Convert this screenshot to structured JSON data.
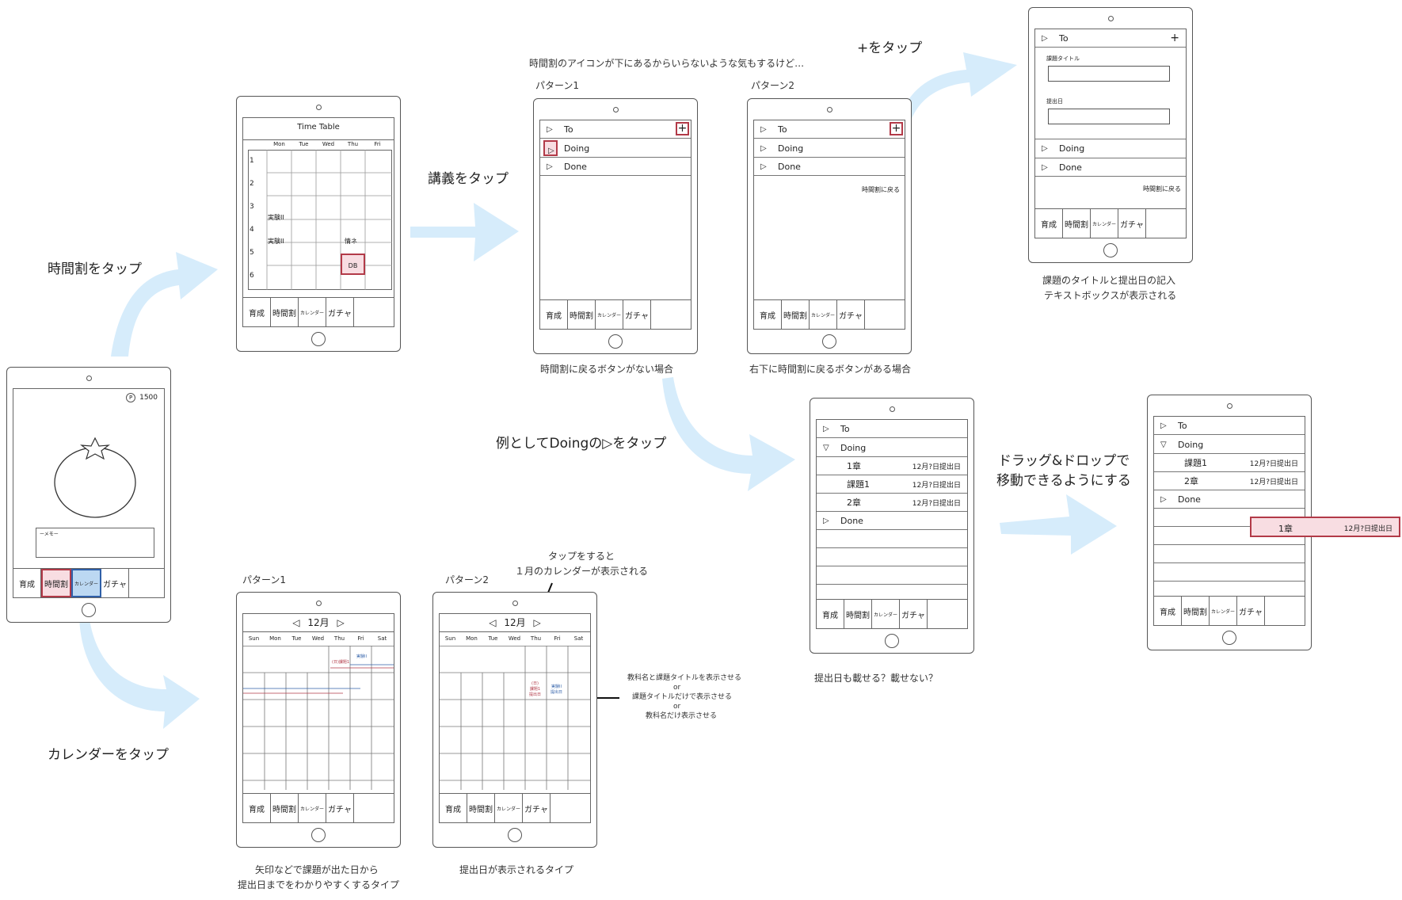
{
  "annotations": {
    "tap_timetable": "時間割をタップ",
    "tap_calendar": "カレンダーをタップ",
    "tap_lecture": "講義をタップ",
    "tap_plus": "+をタップ",
    "tap_doing": "例としてDoingの▷をタップ",
    "drag_drop_line1": "ドラッグ&ドロップで",
    "drag_drop_line2": "移動できるようにする",
    "icon_note": "時間割のアイコンが下にあるからいらないような気もするけど…",
    "pattern1": "パターン1",
    "pattern2": "パターン2",
    "no_back_button": "時間割に戻るボタンがない場合",
    "has_back_button": "右下に時間割に戻るボタンがある場合",
    "textbox_note_line1": "課題のタイトルと提出日の記入",
    "textbox_note_line2": "テキストボックスが表示される",
    "due_question": "提出日も載せる？載せない？",
    "cal_pattern1": "パターン1",
    "cal_pattern2": "パターン2",
    "tap_month_line1": "タップをすると",
    "tap_month_line2": "１月のカレンダーが表示される",
    "arrow_type_line1": "矢印などで課題が出た日から",
    "arrow_type_line2": "提出日までをわかりやすくするタイプ",
    "due_type": "提出日が表示されるタイプ",
    "display_option1": "教科名と課題タイトルを表示させる",
    "or1": "or",
    "display_option2": "課題タイトルだけで表示させる",
    "or2": "or",
    "display_option3": "教科名だけ表示させる"
  },
  "tabs": {
    "grow": "育成",
    "timetable": "時間割",
    "calendar": "カレンダー",
    "gacha": "ガチャ"
  },
  "home": {
    "points": "1500",
    "point_icon": "P",
    "memo": "ーメモー"
  },
  "timetable": {
    "title": "Time Table",
    "days": [
      "Mon",
      "Tue",
      "Wed",
      "Thu",
      "Fri"
    ],
    "periods": [
      "1",
      "2",
      "3",
      "4",
      "5",
      "6"
    ],
    "cell_jikken1": "実験II",
    "cell_jikken2": "実験II",
    "cell_jone": "情ネ",
    "cell_db": "DB"
  },
  "todo": {
    "to": "To",
    "doing": "Doing",
    "done": "Done",
    "plus": "+",
    "back_to_timetable": "時間割に戻る",
    "task_title_label": "課題タイトル",
    "due_label": "提出日",
    "item_ch1": "1章",
    "item_task1": "課題1",
    "item_ch2": "2章",
    "due_text": "12月?日提出日"
  },
  "calendar": {
    "month": "12月",
    "days": [
      "Sun",
      "Mon",
      "Tue",
      "Wed",
      "Thu",
      "Fri",
      "Sat"
    ],
    "event_a": "(日)課題1",
    "event_b": "実験II",
    "event_c_l1": "(日)",
    "event_c_l2": "課題1",
    "event_c_l3": "提出日",
    "event_d_l1": "実験II",
    "event_d_l2": "提出日"
  },
  "colors": {
    "highlight_red": "#b23a48",
    "highlight_red_fill": "#f8dde2",
    "highlight_blue": "#2f5fa8",
    "highlight_blue_fill": "#bcd8f2",
    "flow_arrow": "#d6ecfb"
  }
}
